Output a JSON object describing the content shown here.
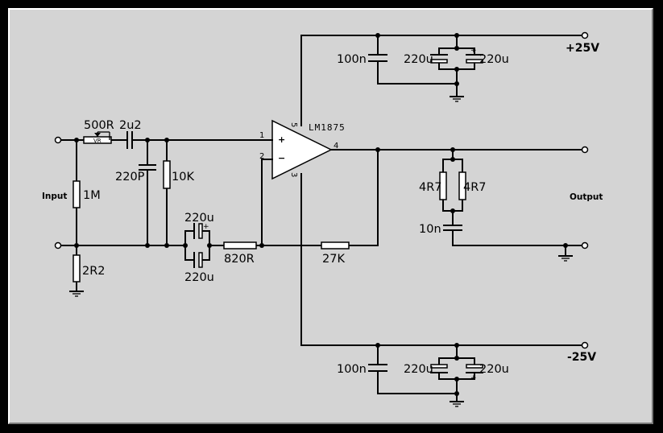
{
  "chip": {
    "name": "LM1875",
    "pin_in_plus": "1",
    "pin_in_minus": "2",
    "pin_out": "4",
    "pin_vplus": "5",
    "pin_vminus": "3",
    "sym_plus": "+",
    "sym_minus": "−"
  },
  "ports": {
    "input": "Input",
    "output": "Output",
    "vplus": "+25V",
    "vminus": "-25V"
  },
  "components": {
    "r_vol": "500R",
    "c_in": "2u2",
    "c_rf": "220P",
    "r_bias": "10K",
    "r_in": "1M",
    "r_gnd": "2R2",
    "c_fb_top": "220u",
    "c_fb_bot": "220u",
    "r_fb_gnd": "820R",
    "r_fb": "27K",
    "c_top_film": "100n",
    "c_top_e1": "220u",
    "c_top_e2": "220u",
    "c_bot_film": "100n",
    "c_bot_e1": "220u",
    "c_bot_e2": "220u",
    "r_zob_1": "4R7",
    "r_zob_2": "4R7",
    "c_zob": "10n",
    "pot_mark": "VR"
  }
}
